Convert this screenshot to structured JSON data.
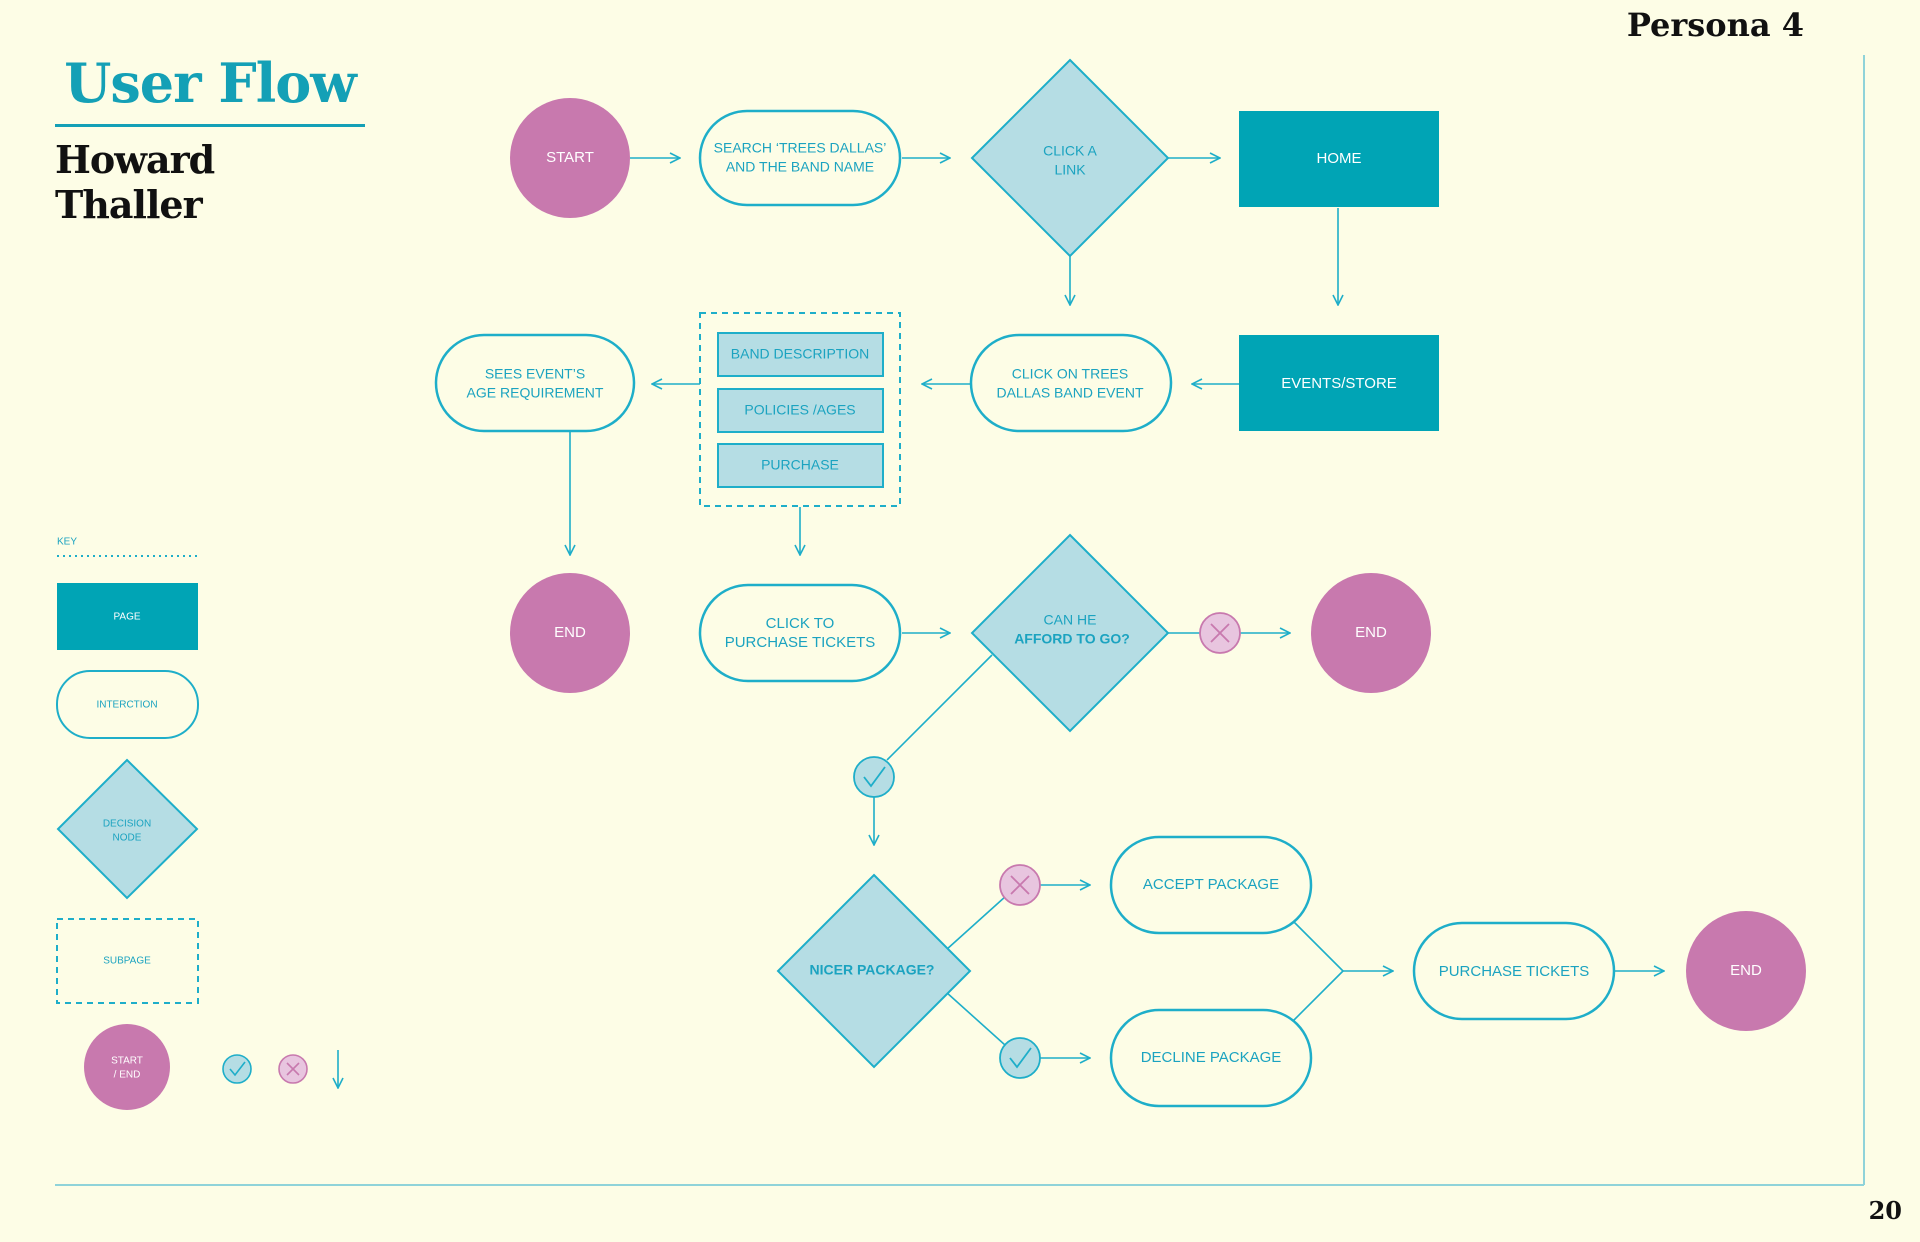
{
  "header": {
    "persona": "Persona 4",
    "title": "User Flow",
    "subtitle": "Howard Thaller",
    "page_number": "20"
  },
  "colors": {
    "teal": "#00a4b5",
    "light_teal": "#b5dde4",
    "line": "#1eaec9",
    "pink": "#c879ae",
    "light_pink": "#e8c5df",
    "background": "#fdfde6"
  },
  "nodes": {
    "start": "START",
    "search": [
      "SEARCH ‘TREES DALLAS’",
      "AND THE BAND NAME"
    ],
    "click_link": [
      "CLICK A",
      "LINK"
    ],
    "home": "HOME",
    "events_store": "EVENTS/STORE",
    "click_trees": [
      "CLICK ON TREES",
      "DALLAS BAND EVENT"
    ],
    "band_description": "BAND DESCRIPTION",
    "policies": "POLICIES /AGES",
    "purchase": "PURCHASE",
    "sees_age": [
      "SEES EVENT’S",
      "AGE REQUIREMENT"
    ],
    "end_1": "END",
    "click_purchase": [
      "CLICK TO",
      "PURCHASE TICKETS"
    ],
    "can_afford": [
      "CAN HE",
      "AFFORD TO GO?"
    ],
    "end_2": "END",
    "nicer_package": "NICER PACKAGE?",
    "accept_package": "ACCEPT PACKAGE",
    "decline_package": "DECLINE PACKAGE",
    "purchase_tickets": "PURCHASE TICKETS",
    "end_3": "END"
  },
  "key": {
    "label": "KEY",
    "page": "PAGE",
    "interaction": "INTERCTION",
    "decision": [
      "DECISION",
      "NODE"
    ],
    "subpage": "SUBPAGE",
    "start_end": [
      "START",
      "/ END"
    ]
  }
}
